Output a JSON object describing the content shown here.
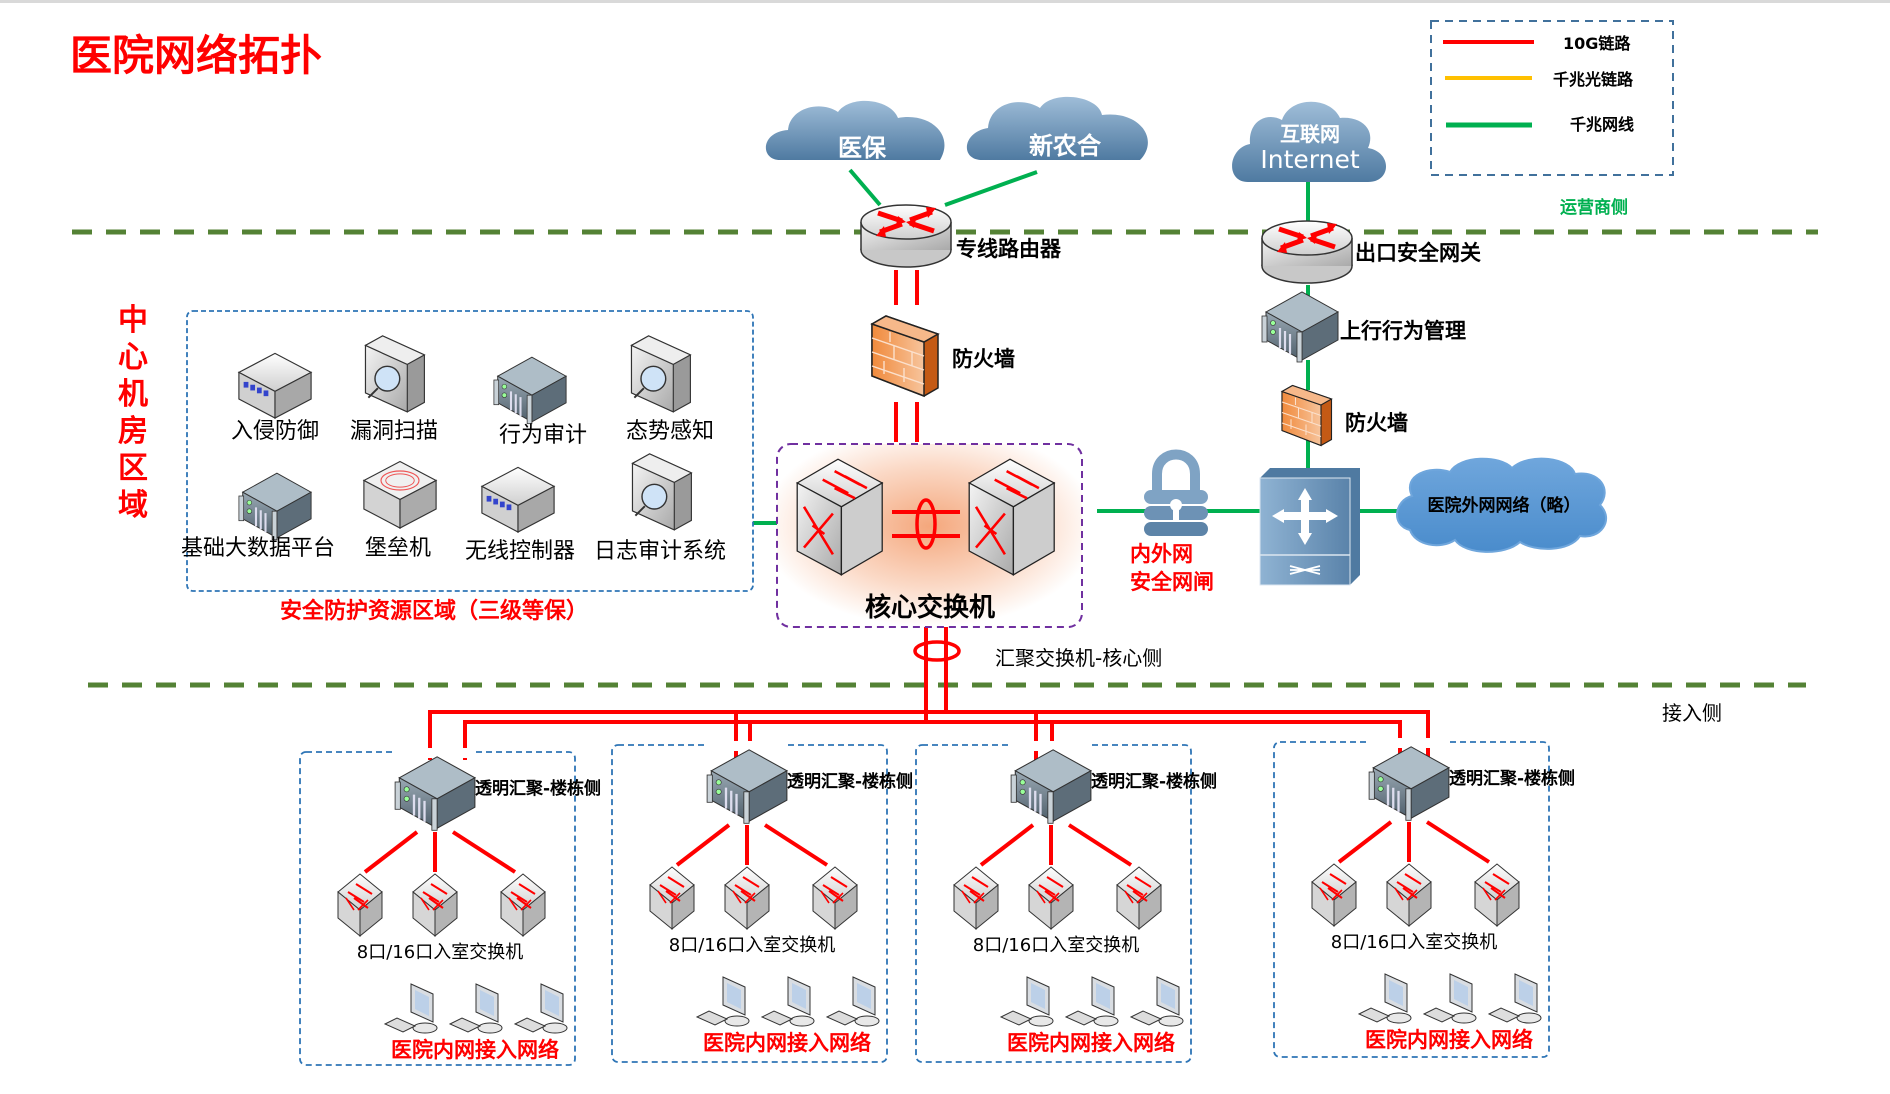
{
  "title": "医院网络拓扑",
  "colors": {
    "title": "#ff0000",
    "link_10g": "#ff0000",
    "link_gigabit_fiber": "#ffc000",
    "link_gigabit_copper": "#00b050",
    "zone_divider": "#548235",
    "carrier_label": "#00b050",
    "cloud": "#5b87ad",
    "region_box": "#2e75b6",
    "core_box": "#7030a0"
  },
  "legend": {
    "items": [
      {
        "label": "10G链路",
        "color": "#ff0000"
      },
      {
        "label": "千兆光链路",
        "color": "#ffc000"
      },
      {
        "label": "千兆网线",
        "color": "#00b050"
      }
    ]
  },
  "zones": {
    "carrier": "运营商侧",
    "datacenter": "中心机房区域",
    "aggregation": "汇聚交换机-核心侧",
    "access": "接入侧"
  },
  "clouds": {
    "medical_insurance": "医保",
    "rural_coop": "新农合",
    "internet_cn": "互联网",
    "internet_en": "Internet",
    "external_network": "医院外网网络（略）"
  },
  "devices": {
    "dedicated_router": "专线路由器",
    "firewall_core": "防火墙",
    "core_switch": "核心交换机",
    "egress_gateway": "出口安全网关",
    "uplink_behavior_mgmt": "上行行为管理",
    "firewall_egress": "防火墙",
    "net_gap_line1": "内外网",
    "net_gap_line2": "安全网闸"
  },
  "security_zone": {
    "caption": "安全防护资源区域（三级等保）",
    "items": [
      {
        "label": "入侵防御",
        "icon": "appliance-icon"
      },
      {
        "label": "漏洞扫描",
        "icon": "scanner-icon"
      },
      {
        "label": "行为审计",
        "icon": "server-icon"
      },
      {
        "label": "态势感知",
        "icon": "scanner-icon"
      },
      {
        "label": "基础大数据平台",
        "icon": "server-icon"
      },
      {
        "label": "堡垒机",
        "icon": "bastion-icon"
      },
      {
        "label": "无线控制器",
        "icon": "appliance-icon"
      },
      {
        "label": "日志审计系统",
        "icon": "scanner-icon"
      }
    ]
  },
  "buildings": [
    {
      "aggregation_label": "透明汇聚-楼栋侧",
      "access_switch_label": "8口/16口入室交换机",
      "network_label": "医院内网接入网络"
    },
    {
      "aggregation_label": "透明汇聚-楼栋侧",
      "access_switch_label": "8口/16口入室交换机",
      "network_label": "医院内网接入网络"
    },
    {
      "aggregation_label": "透明汇聚-楼栋侧",
      "access_switch_label": "8口/16口入室交换机",
      "network_label": "医院内网接入网络"
    },
    {
      "aggregation_label": "透明汇聚-楼栋侧",
      "access_switch_label": "8口/16口入室交换机",
      "network_label": "医院内网接入网络"
    }
  ]
}
